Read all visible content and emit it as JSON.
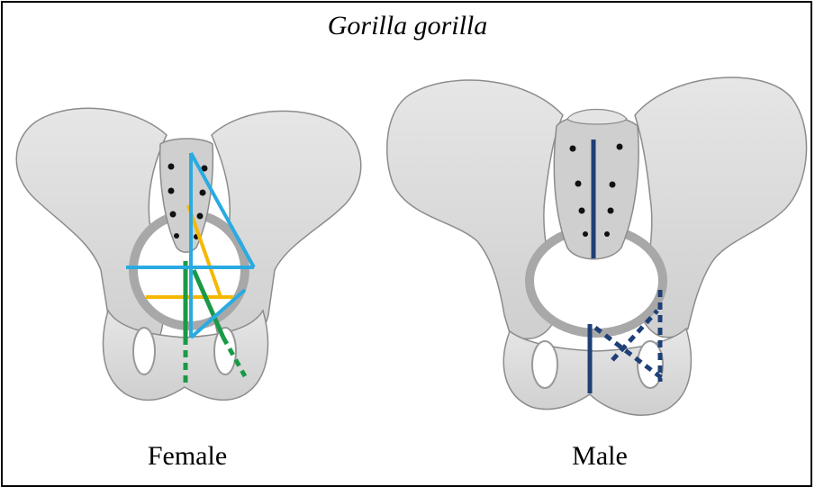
{
  "title": "Gorilla gorilla",
  "labels": {
    "female": "Female",
    "male": "Male"
  },
  "colors": {
    "bone_fill": "#dcdcdc",
    "bone_shadow": "#b9b9b9",
    "bone_outline": "#8c8c8c",
    "cyan": "#29abe2",
    "yellow": "#f5b800",
    "green": "#1a9a46",
    "navy": "#1f3f77"
  }
}
